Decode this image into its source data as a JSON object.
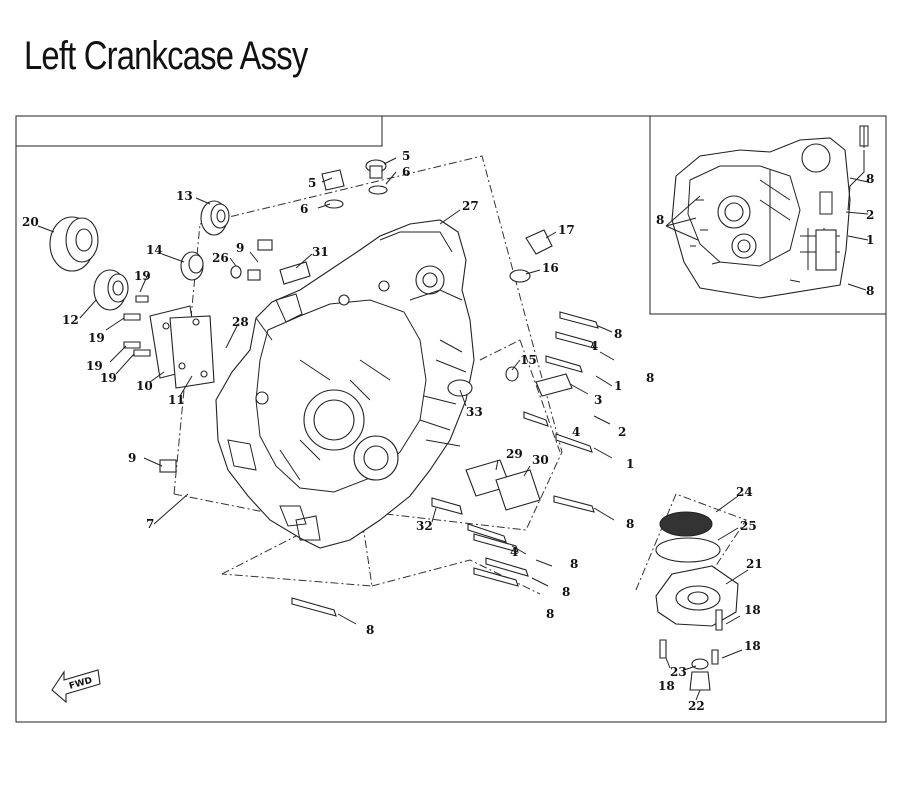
{
  "title": "Left Crankcase Assy",
  "fwd_label": "FWD",
  "callouts": {
    "c1a": "1",
    "c1b": "1",
    "c1c": "1",
    "c2a": "2",
    "c2b": "2",
    "c3": "3",
    "c4a": "4",
    "c4b": "4",
    "c4c": "4",
    "c5a": "5",
    "c5b": "5",
    "c6a": "6",
    "c6b": "6",
    "c7": "7",
    "c8a": "8",
    "c8b": "8",
    "c8c": "8",
    "c8d": "8",
    "c8e": "8",
    "c8f": "8",
    "c8g": "8",
    "c8h": "8",
    "c8i": "8",
    "c8j": "8",
    "c9a": "9",
    "c9b": "9",
    "c10": "10",
    "c11": "11",
    "c12": "12",
    "c13": "13",
    "c14": "14",
    "c15": "15",
    "c16": "16",
    "c17": "17",
    "c18a": "18",
    "c18b": "18",
    "c18c": "18",
    "c19a": "19",
    "c19b": "19",
    "c19c": "19",
    "c19d": "19",
    "c20": "20",
    "c21": "21",
    "c22": "22",
    "c23": "23",
    "c24": "24",
    "c25": "25",
    "c26": "26",
    "c27": "27",
    "c28": "28",
    "c29": "29",
    "c30": "30",
    "c31": "31",
    "c32": "32",
    "c33": "33"
  }
}
